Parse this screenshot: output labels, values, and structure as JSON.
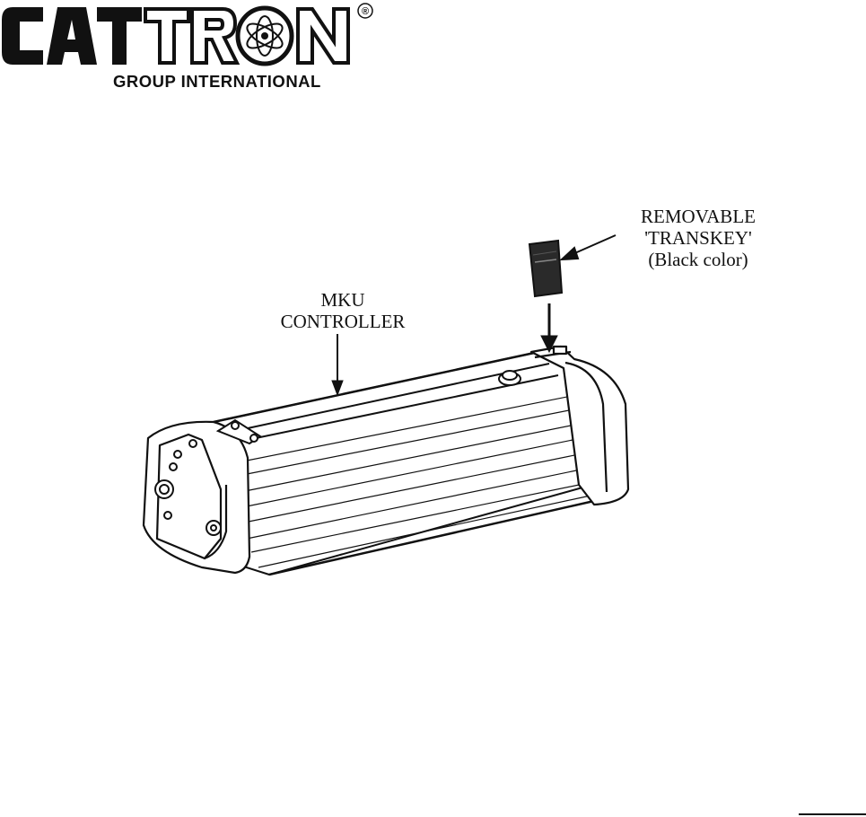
{
  "logo": {
    "brand": "CATTRON",
    "registered_mark": "®",
    "subtitle": "GROUP INTERNATIONAL"
  },
  "callouts": {
    "transkey": {
      "line1": "REMOVABLE",
      "line2": "'TRANSKEY'",
      "line3": "(Black color)"
    },
    "controller": {
      "line1": "MKU",
      "line2": "CONTROLLER"
    }
  },
  "colors": {
    "ink": "#111111",
    "key_fill": "#2a2a2a",
    "paper": "#ffffff"
  }
}
